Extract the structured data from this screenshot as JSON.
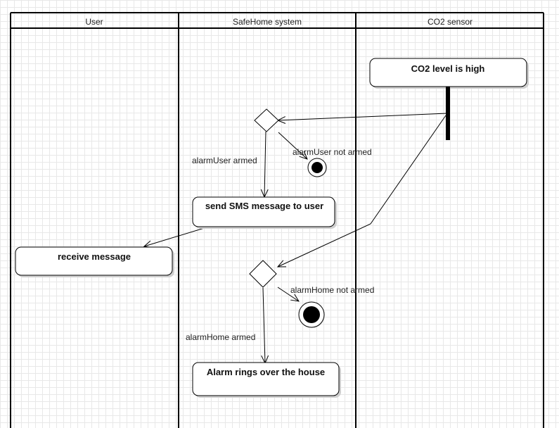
{
  "lanes": {
    "user": "User",
    "system": "SafeHome system",
    "sensor": "CO2 sensor"
  },
  "actions": {
    "co2_high": "CO2 level is high",
    "send_sms": "send SMS message to user",
    "receive_message": "receive message",
    "alarm_rings": "Alarm rings over the house"
  },
  "guards": {
    "alarm_user_armed": "alarmUser armed",
    "alarm_user_not_armed": "alarmUser not armed",
    "alarm_home_armed": "alarmHome armed",
    "alarm_home_not_armed": "alarmHome not armed"
  }
}
